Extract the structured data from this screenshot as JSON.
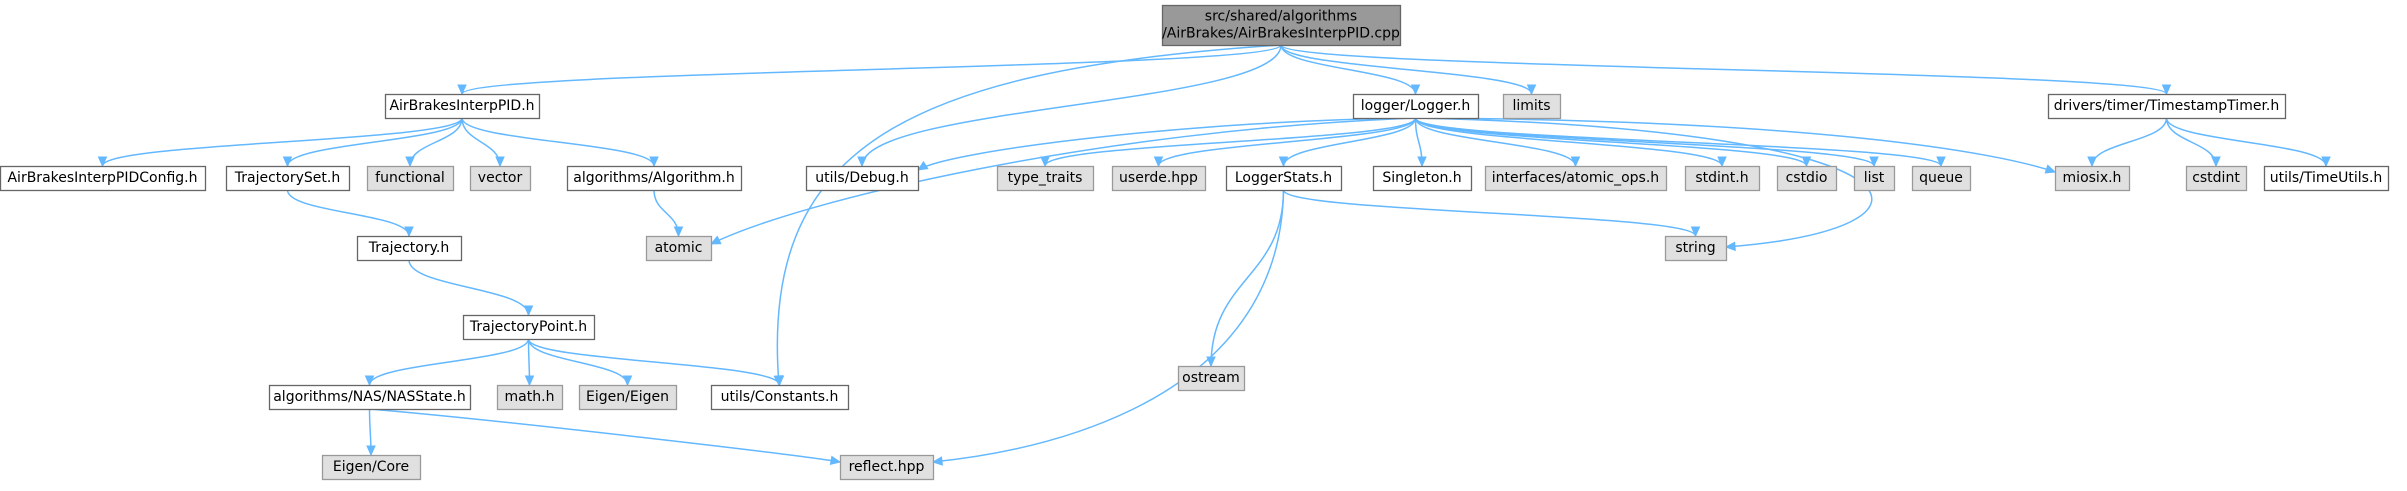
{
  "diagram": {
    "type": "include-dependency-graph",
    "colors": {
      "root_fill": "#999999",
      "root_stroke": "#666666",
      "header_fill": "#ffffff",
      "header_stroke": "#666666",
      "external_fill": "#e0e0e0",
      "external_stroke": "#999999",
      "edge": "#63b8ff"
    },
    "nodes": [
      {
        "id": "root",
        "kind": "root",
        "lines": [
          "src/shared/algorithms",
          "/AirBrakes/AirBrakesInterpPID.cpp"
        ]
      },
      {
        "id": "airbrakes_h",
        "kind": "header",
        "lines": [
          "AirBrakesInterpPID.h"
        ]
      },
      {
        "id": "logger_h",
        "kind": "header",
        "lines": [
          "logger/Logger.h"
        ]
      },
      {
        "id": "limits",
        "kind": "external",
        "lines": [
          "limits"
        ]
      },
      {
        "id": "timestamp_h",
        "kind": "header",
        "lines": [
          "drivers/timer/TimestampTimer.h"
        ]
      },
      {
        "id": "pidconfig_h",
        "kind": "header",
        "lines": [
          "AirBrakesInterpPIDConfig.h"
        ]
      },
      {
        "id": "trajset_h",
        "kind": "header",
        "lines": [
          "TrajectorySet.h"
        ]
      },
      {
        "id": "functional",
        "kind": "external",
        "lines": [
          "functional"
        ]
      },
      {
        "id": "vector",
        "kind": "external",
        "lines": [
          "vector"
        ]
      },
      {
        "id": "algorithm_h",
        "kind": "header",
        "lines": [
          "algorithms/Algorithm.h"
        ]
      },
      {
        "id": "debug_h",
        "kind": "header",
        "lines": [
          "utils/Debug.h"
        ]
      },
      {
        "id": "type_traits",
        "kind": "external",
        "lines": [
          "type_traits"
        ]
      },
      {
        "id": "userde",
        "kind": "external",
        "lines": [
          "userde.hpp"
        ]
      },
      {
        "id": "loggerstats_h",
        "kind": "header",
        "lines": [
          "LoggerStats.h"
        ]
      },
      {
        "id": "singleton_h",
        "kind": "header",
        "lines": [
          "Singleton.h"
        ]
      },
      {
        "id": "atomic_ops_h",
        "kind": "external",
        "lines": [
          "interfaces/atomic_ops.h"
        ]
      },
      {
        "id": "stdint_h",
        "kind": "external",
        "lines": [
          "stdint.h"
        ]
      },
      {
        "id": "cstdio",
        "kind": "external",
        "lines": [
          "cstdio"
        ]
      },
      {
        "id": "list",
        "kind": "external",
        "lines": [
          "list"
        ]
      },
      {
        "id": "queue",
        "kind": "external",
        "lines": [
          "queue"
        ]
      },
      {
        "id": "miosix_h",
        "kind": "external",
        "lines": [
          "miosix.h"
        ]
      },
      {
        "id": "cstdint",
        "kind": "external",
        "lines": [
          "cstdint"
        ]
      },
      {
        "id": "timeutils_h",
        "kind": "header",
        "lines": [
          "utils/TimeUtils.h"
        ]
      },
      {
        "id": "trajectory_h",
        "kind": "header",
        "lines": [
          "Trajectory.h"
        ]
      },
      {
        "id": "atomic",
        "kind": "external",
        "lines": [
          "atomic"
        ]
      },
      {
        "id": "ostream",
        "kind": "external",
        "lines": [
          "ostream"
        ]
      },
      {
        "id": "string",
        "kind": "external",
        "lines": [
          "string"
        ]
      },
      {
        "id": "trajpoint_h",
        "kind": "header",
        "lines": [
          "TrajectoryPoint.h"
        ]
      },
      {
        "id": "nasstate_h",
        "kind": "header",
        "lines": [
          "algorithms/NAS/NASState.h"
        ]
      },
      {
        "id": "math_h",
        "kind": "external",
        "lines": [
          "math.h"
        ]
      },
      {
        "id": "eigen",
        "kind": "external",
        "lines": [
          "Eigen/Eigen"
        ]
      },
      {
        "id": "constants_h",
        "kind": "header",
        "lines": [
          "utils/Constants.h"
        ]
      },
      {
        "id": "eigen_core",
        "kind": "external",
        "lines": [
          "Eigen/Core"
        ]
      },
      {
        "id": "reflect_hpp",
        "kind": "external",
        "lines": [
          "reflect.hpp"
        ]
      }
    ],
    "edges": [
      [
        "root",
        "airbrakes_h"
      ],
      [
        "root",
        "constants_h"
      ],
      [
        "root",
        "debug_h"
      ],
      [
        "root",
        "logger_h"
      ],
      [
        "root",
        "limits"
      ],
      [
        "root",
        "timestamp_h"
      ],
      [
        "airbrakes_h",
        "pidconfig_h"
      ],
      [
        "airbrakes_h",
        "trajset_h"
      ],
      [
        "airbrakes_h",
        "functional"
      ],
      [
        "airbrakes_h",
        "vector"
      ],
      [
        "airbrakes_h",
        "algorithm_h"
      ],
      [
        "algorithm_h",
        "atomic"
      ],
      [
        "trajset_h",
        "trajectory_h"
      ],
      [
        "trajectory_h",
        "trajpoint_h"
      ],
      [
        "trajpoint_h",
        "nasstate_h"
      ],
      [
        "trajpoint_h",
        "math_h"
      ],
      [
        "trajpoint_h",
        "eigen"
      ],
      [
        "trajpoint_h",
        "constants_h"
      ],
      [
        "nasstate_h",
        "eigen_core"
      ],
      [
        "nasstate_h",
        "reflect_hpp"
      ],
      [
        "logger_h",
        "debug_h"
      ],
      [
        "logger_h",
        "atomic"
      ],
      [
        "logger_h",
        "type_traits"
      ],
      [
        "logger_h",
        "userde"
      ],
      [
        "logger_h",
        "loggerstats_h"
      ],
      [
        "logger_h",
        "singleton_h"
      ],
      [
        "logger_h",
        "atomic_ops_h"
      ],
      [
        "logger_h",
        "stdint_h"
      ],
      [
        "logger_h",
        "cstdio"
      ],
      [
        "logger_h",
        "list"
      ],
      [
        "logger_h",
        "queue"
      ],
      [
        "logger_h",
        "miosix_h"
      ],
      [
        "logger_h",
        "string"
      ],
      [
        "loggerstats_h",
        "ostream"
      ],
      [
        "loggerstats_h",
        "string"
      ],
      [
        "loggerstats_h",
        "reflect_hpp"
      ],
      [
        "timestamp_h",
        "miosix_h"
      ],
      [
        "timestamp_h",
        "cstdint"
      ],
      [
        "timestamp_h",
        "timeutils_h"
      ]
    ]
  }
}
